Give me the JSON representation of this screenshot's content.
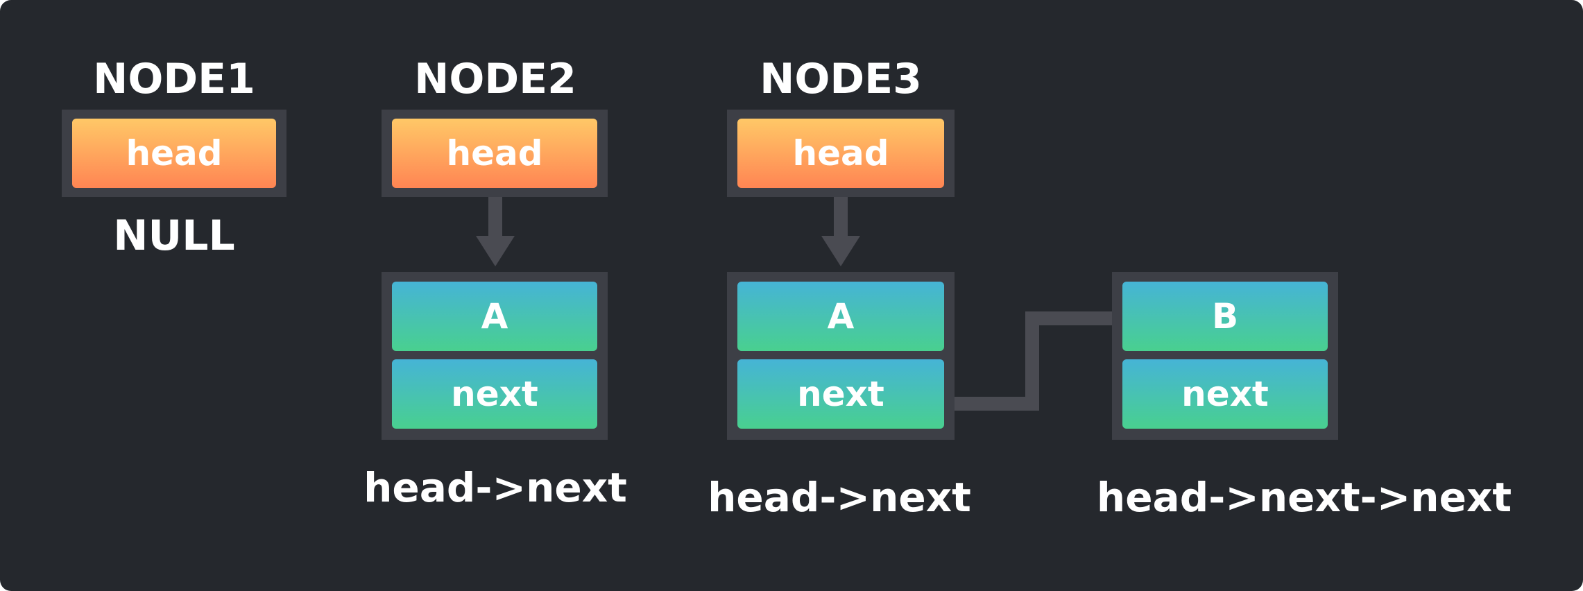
{
  "nodes": [
    {
      "title": "NODE1",
      "head_label": "head",
      "null_label": "NULL"
    },
    {
      "title": "NODE2",
      "head_label": "head",
      "element": {
        "value": "A",
        "next_label": "next"
      },
      "caption": "head->next"
    },
    {
      "title": "NODE3",
      "head_label": "head",
      "element": {
        "value": "A",
        "next_label": "next"
      },
      "caption": "head->next"
    }
  ],
  "extra_element": {
    "value": "B",
    "next_label": "next",
    "caption": "head->next->next"
  },
  "colors": {
    "background": "#25282d",
    "frame": "#3d3f46",
    "arrow": "#4a4b52",
    "head_gradient": [
      "#ffc867",
      "#ff8553"
    ],
    "element_gradient": [
      "#46b4d6",
      "#49d08f"
    ],
    "text": "#ffffff"
  }
}
